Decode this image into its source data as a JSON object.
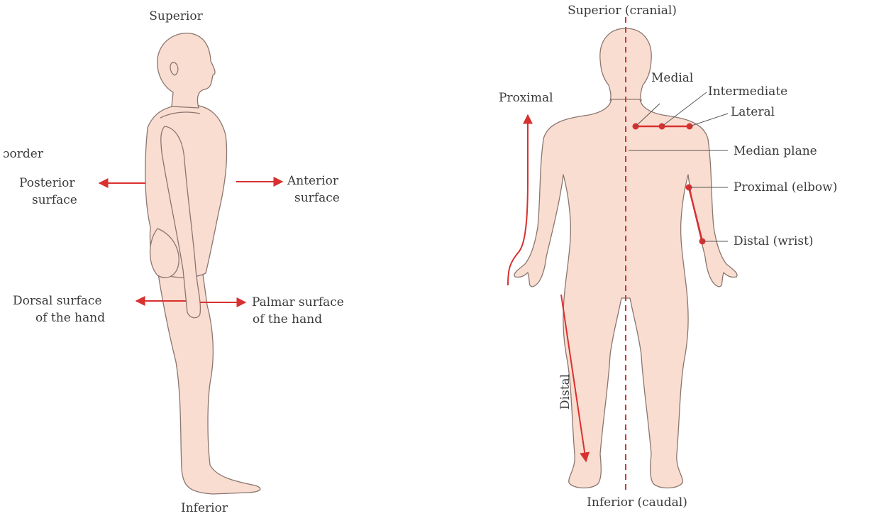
{
  "colors": {
    "skin": "#f9ddd0",
    "outline": "#8a7670",
    "accent": "#d93030",
    "text": "#3a3a3a"
  },
  "lateral_view": {
    "superior": "Superior",
    "inferior": "Inferior",
    "border_fragment": "ɔorder",
    "posterior_line1": "Posterior",
    "posterior_line2": "surface",
    "anterior_line1": "Anterior",
    "anterior_line2": "surface",
    "dorsal_line1": "Dorsal surface",
    "dorsal_line2": "of the hand",
    "palmar_line1": "Palmar surface",
    "palmar_line2": "of the hand"
  },
  "anterior_view": {
    "superior": "Superior (cranial)",
    "inferior": "Inferior (caudal)",
    "proximal": "Proximal",
    "distal": "Distal",
    "medial": "Medial",
    "intermediate": "Intermediate",
    "lateral": "Lateral",
    "median_plane": "Median plane",
    "proximal_elbow": "Proximal (elbow)",
    "distal_wrist": "Distal (wrist)"
  }
}
